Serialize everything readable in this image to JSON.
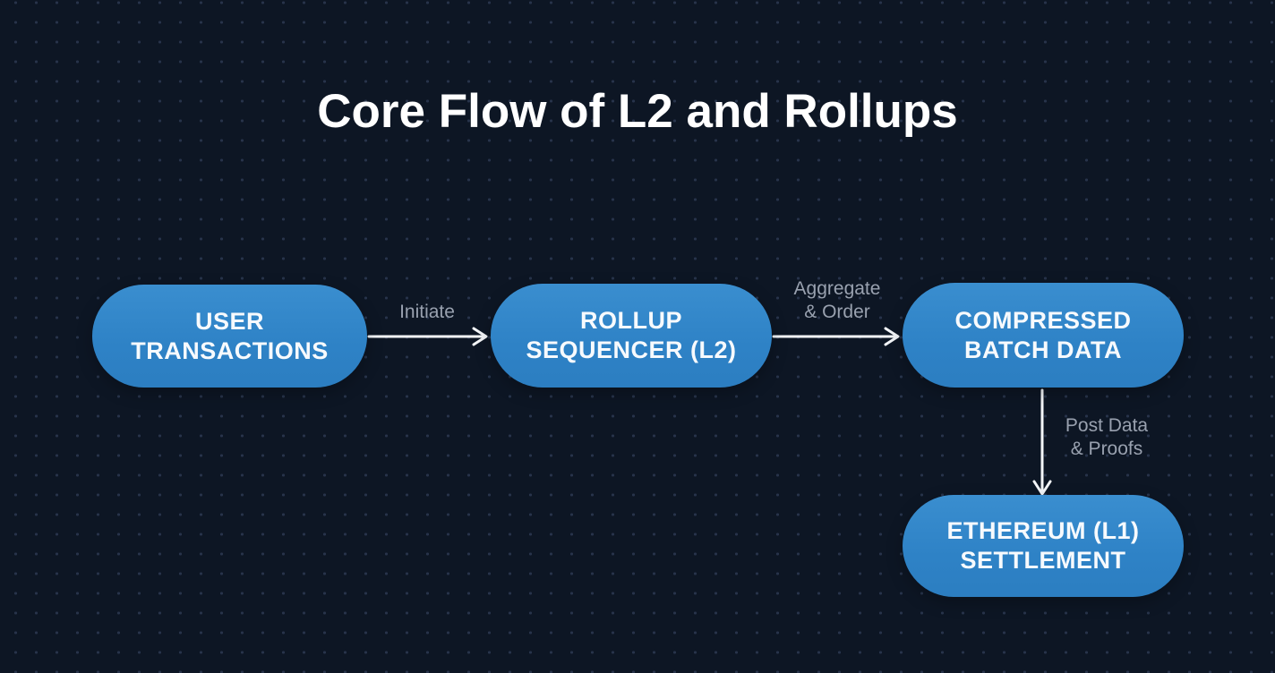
{
  "title": "Core Flow of L2 and Rollups",
  "colors": {
    "background": "#0d1624",
    "dot_grid": "#27334a",
    "node_fill": "#2e82c6",
    "node_text": "#f7fafd",
    "arrow": "#f4f6f9",
    "edge_label_text": "#99a1af",
    "title_text": "#ffffff"
  },
  "diagram": {
    "nodes": [
      {
        "id": "user-transactions",
        "label": "USER\nTRANSACTIONS"
      },
      {
        "id": "rollup-sequencer",
        "label": "ROLLUP\nSEQUENCER (L2)"
      },
      {
        "id": "compressed-batch-data",
        "label": "COMPRESSED\nBATCH DATA"
      },
      {
        "id": "ethereum-settlement",
        "label": "ETHEREUM (L1)\nSETTLEMENT"
      }
    ],
    "edges": [
      {
        "from": "user-transactions",
        "to": "rollup-sequencer",
        "label": "Initiate",
        "direction": "right"
      },
      {
        "from": "rollup-sequencer",
        "to": "compressed-batch-data",
        "label": "Aggregate\n& Order",
        "direction": "right"
      },
      {
        "from": "compressed-batch-data",
        "to": "ethereum-settlement",
        "label": "Post Data\n& Proofs",
        "direction": "down"
      }
    ]
  }
}
